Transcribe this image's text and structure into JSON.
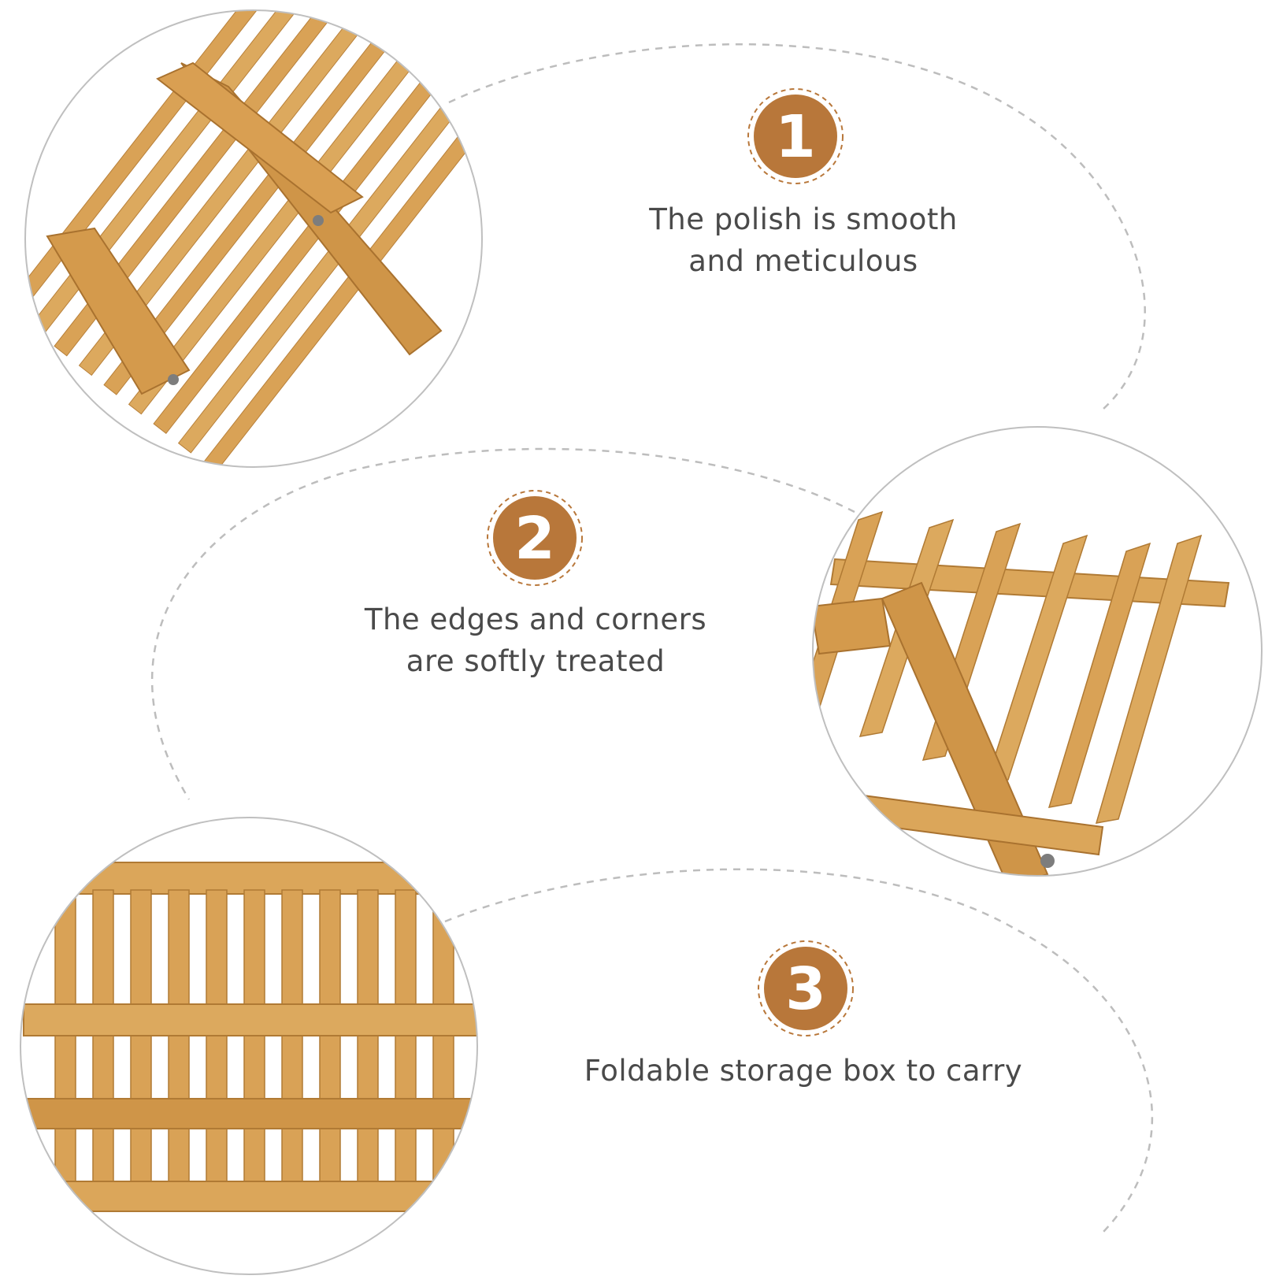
{
  "features": [
    {
      "number": "1",
      "text": "The polish is smooth and meticulous"
    },
    {
      "number": "2",
      "text": "The edges and corners are softly treated"
    },
    {
      "number": "3",
      "text": "Foldable storage box to carry"
    }
  ],
  "colors": {
    "badge_brown": "#b8773a",
    "wood": "#d9a256",
    "wood_light": "#e7bc77",
    "wood_dark": "#b07a34",
    "text": "#4a4a4a",
    "dash": "#b9b9b9"
  }
}
